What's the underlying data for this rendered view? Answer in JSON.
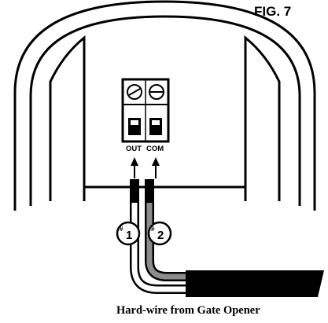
{
  "figure": {
    "title": "FIG. 7",
    "caption": "Hard-wire from Gate Opener"
  },
  "terminal_block": {
    "left_label": "OUT",
    "right_label": "COM"
  },
  "wires": [
    {
      "number": "1",
      "prefix": "#",
      "color": "#ffffff"
    },
    {
      "number": "2",
      "prefix": "#",
      "color": "#8c8c8c"
    }
  ],
  "cable": {
    "jacket_color": "#000000"
  }
}
